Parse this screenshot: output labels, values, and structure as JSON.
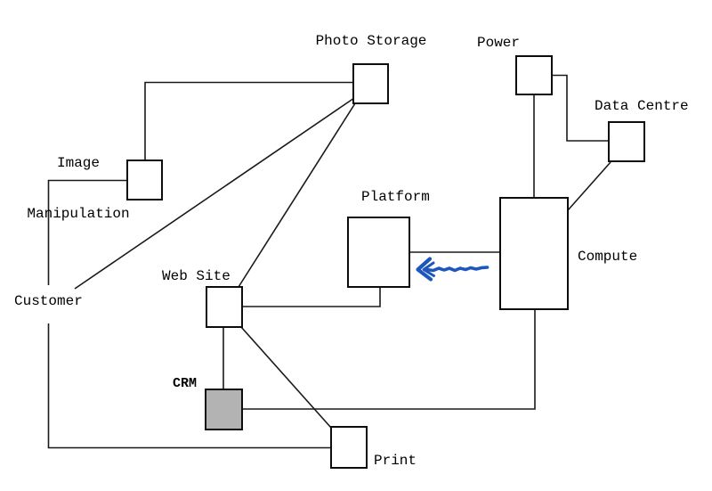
{
  "diagram": {
    "nodes": {
      "photo_storage": {
        "label": "Photo Storage",
        "shape": "box"
      },
      "power": {
        "label": "Power",
        "shape": "box"
      },
      "data_centre": {
        "label": "Data Centre",
        "shape": "box"
      },
      "image_manipulation": {
        "label_line1": "Image",
        "label_line2": "Manipulation",
        "shape": "box"
      },
      "platform": {
        "label": "Platform",
        "shape": "box"
      },
      "compute": {
        "label": "Compute",
        "shape": "box"
      },
      "customer": {
        "label": "Customer",
        "shape": "text-only"
      },
      "web_site": {
        "label": "Web Site",
        "shape": "box"
      },
      "crm": {
        "label": "CRM",
        "shape": "box-filled"
      },
      "print": {
        "label": "Print",
        "shape": "box"
      }
    },
    "edges": [
      {
        "from": "Image Manipulation",
        "to": "Photo Storage"
      },
      {
        "from": "Customer",
        "to": "Image Manipulation"
      },
      {
        "from": "Customer",
        "to": "Print"
      },
      {
        "from": "Customer",
        "to": "Photo Storage"
      },
      {
        "from": "Photo Storage",
        "to": "Web Site"
      },
      {
        "from": "Power",
        "to": "Compute"
      },
      {
        "from": "Power",
        "to": "Data Centre"
      },
      {
        "from": "Data Centre",
        "to": "Compute"
      },
      {
        "from": "Platform",
        "to": "Compute"
      },
      {
        "from": "Web Site",
        "to": "Platform"
      },
      {
        "from": "Web Site",
        "to": "CRM"
      },
      {
        "from": "Web Site",
        "to": "Print"
      },
      {
        "from": "CRM",
        "to": "Compute"
      }
    ],
    "annotation_arrow": {
      "from": "Compute",
      "to": "Platform",
      "direction": "left",
      "style": "hand-drawn"
    },
    "colors": {
      "background": "#ffffff",
      "line": "#1a1a1a",
      "box_border": "#0d0d0d",
      "box_fill": "#ffffff",
      "crm_fill": "#b3b3b3",
      "arrow": "#1d57bd",
      "text": "#000000"
    }
  }
}
